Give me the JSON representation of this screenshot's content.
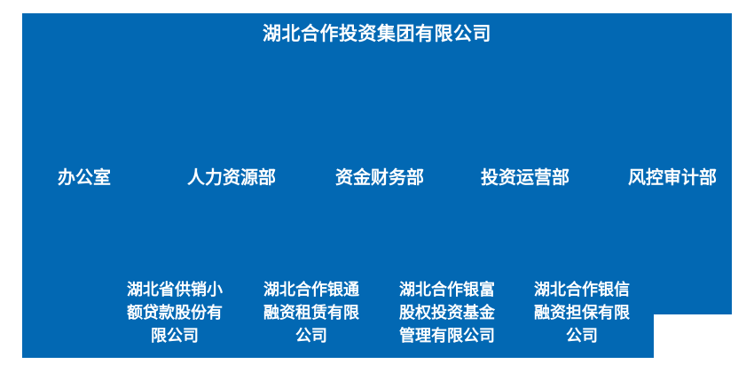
{
  "colors": {
    "panel_blue": "#0268b3",
    "text_white": "#ffffff",
    "page_background": "#ffffff"
  },
  "org_chart": {
    "title": "湖北合作投资集团有限公司",
    "departments": [
      {
        "label": "办公室"
      },
      {
        "label": "人力资源部"
      },
      {
        "label": "资金财务部"
      },
      {
        "label": "投资运营部"
      },
      {
        "label": "风控审计部"
      }
    ],
    "subsidiaries": [
      {
        "label": "湖北省供销小\n额贷款股份有\n限公司"
      },
      {
        "label": "湖北合作银通\n融资租赁有限\n公司"
      },
      {
        "label": "湖北合作银富\n股权投资基金\n管理有限公司"
      },
      {
        "label": "湖北合作银信\n融资担保有限\n公司"
      }
    ]
  }
}
